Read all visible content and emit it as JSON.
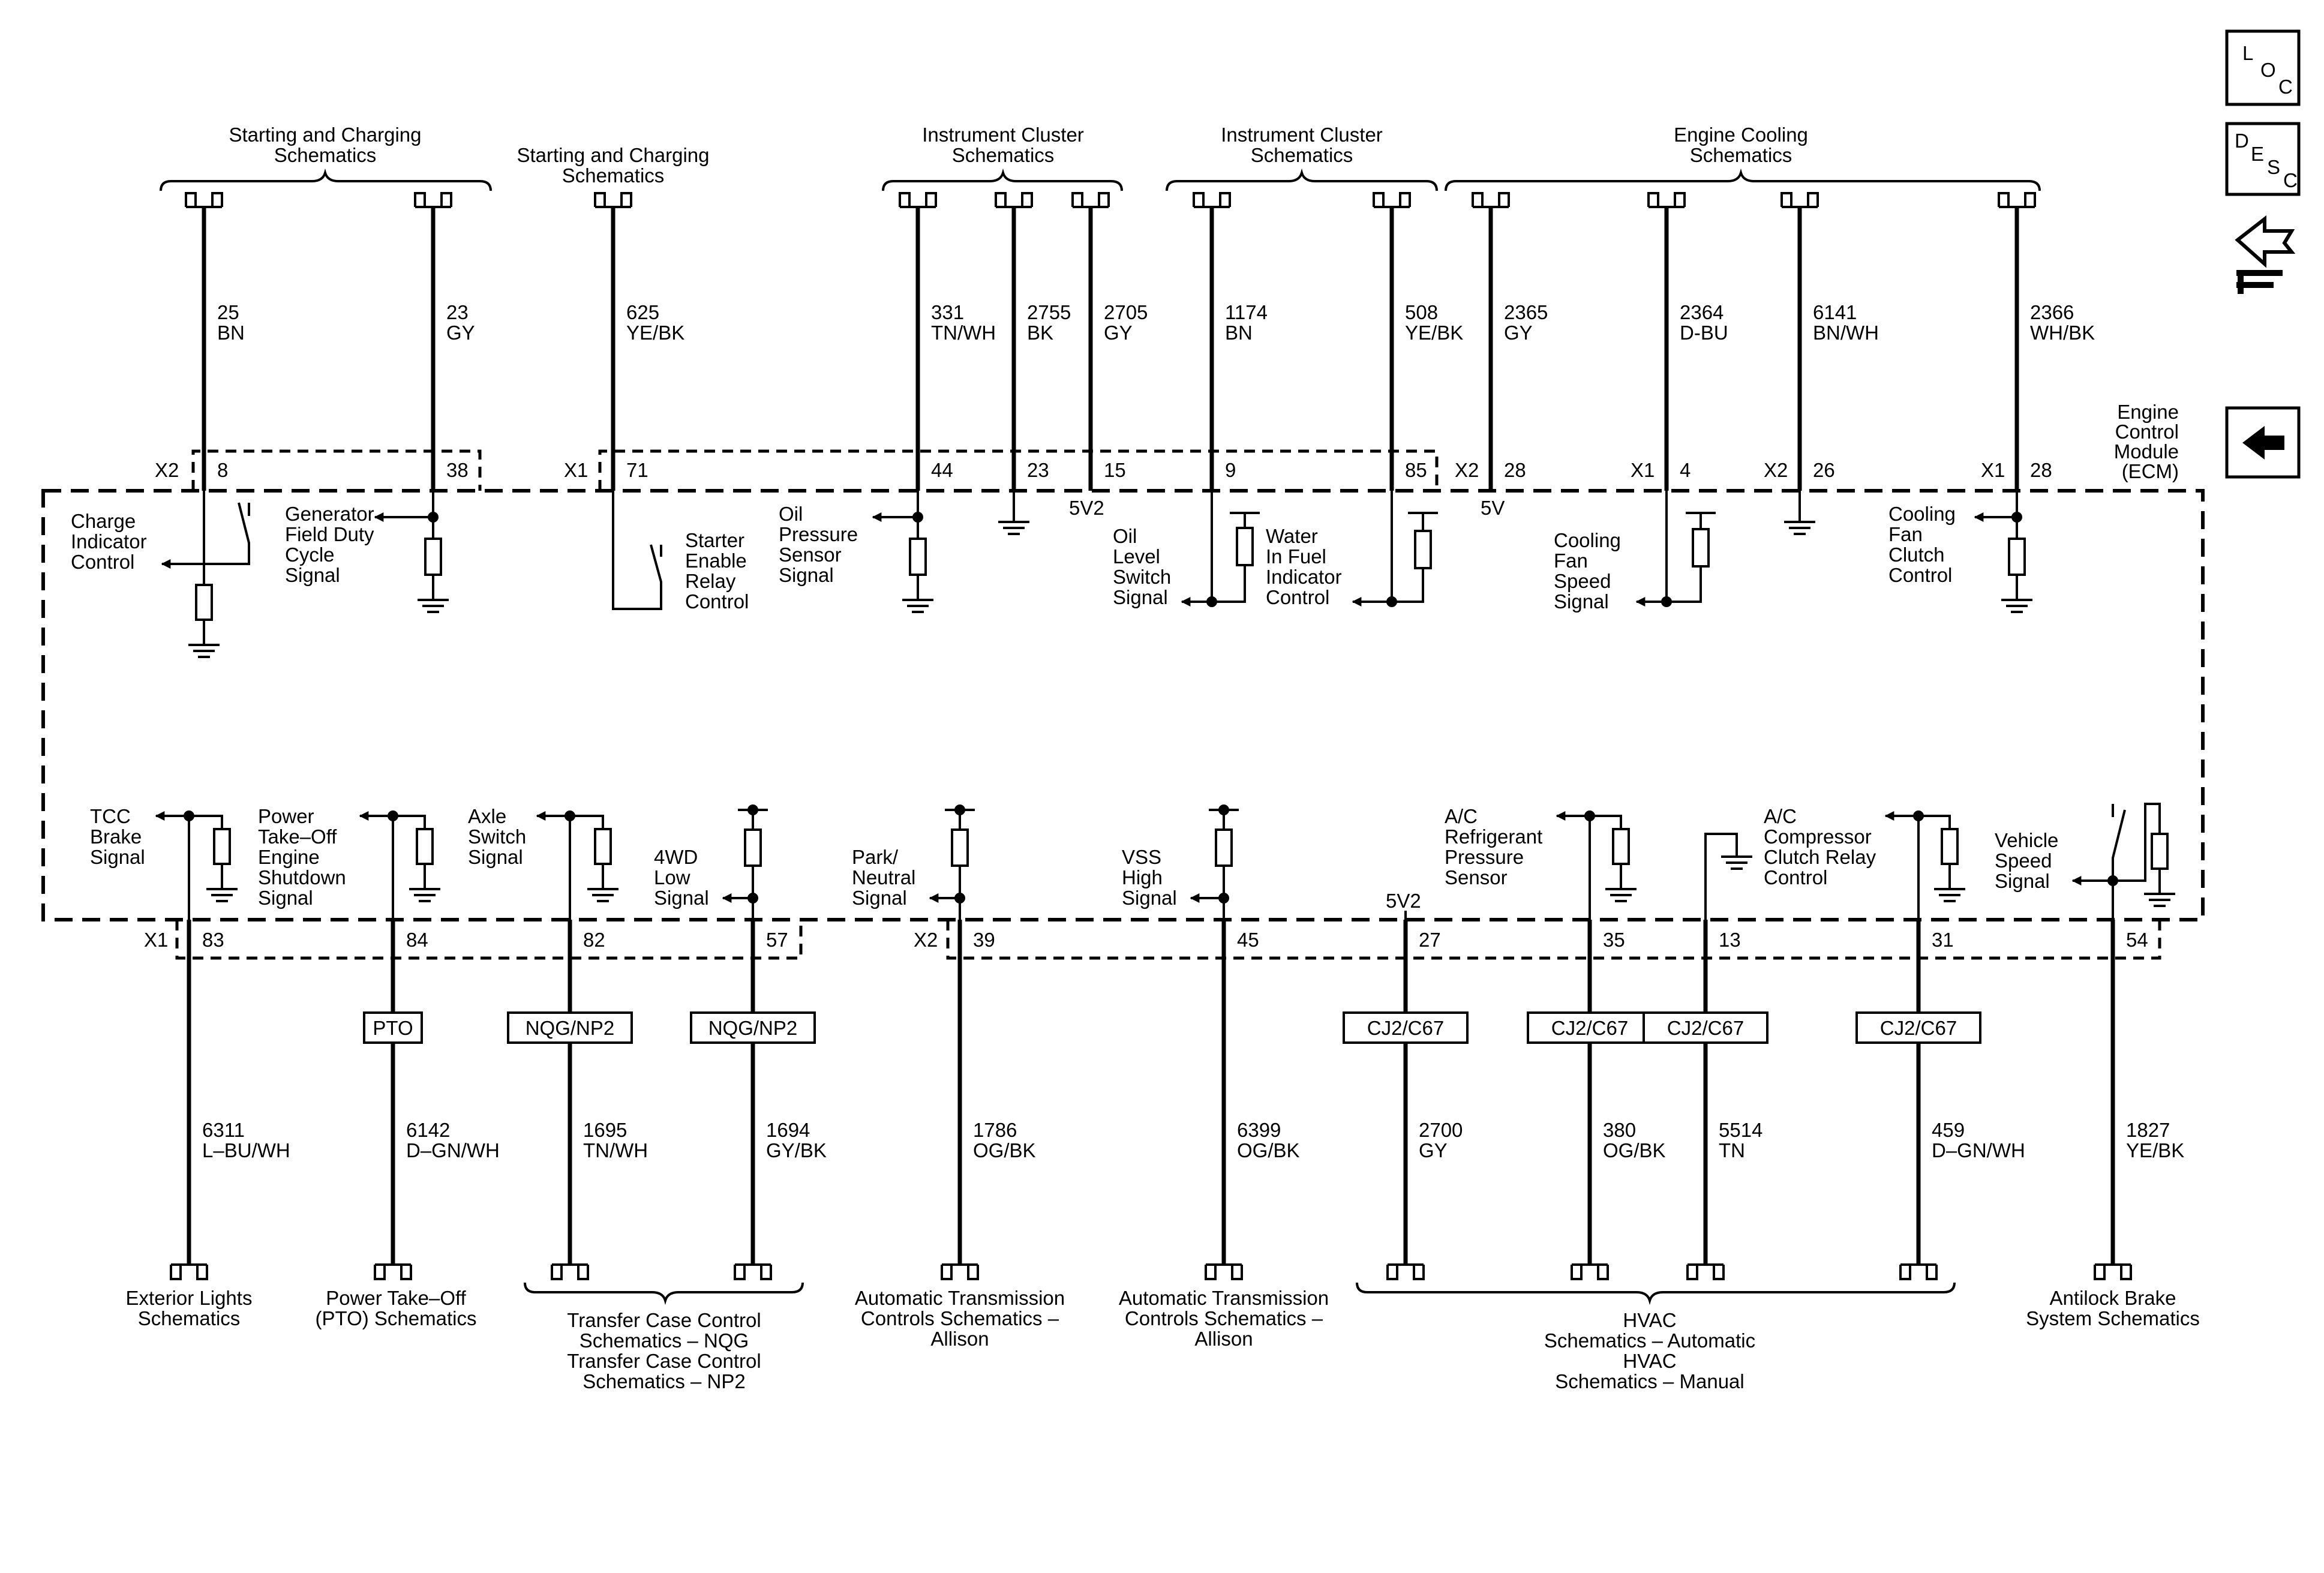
{
  "module": {
    "name": [
      "Engine",
      "Control",
      "Module",
      "(ECM)"
    ]
  },
  "nav": {
    "loc": [
      "L",
      "O",
      "C"
    ],
    "desc": [
      "D",
      "E",
      "S",
      "C"
    ]
  },
  "top_destinations": [
    {
      "id": "sc1",
      "lines": [
        "Starting and Charging",
        "Schematics"
      ]
    },
    {
      "id": "sc2",
      "lines": [
        "Starting and Charging",
        "Schematics"
      ]
    },
    {
      "id": "ic1",
      "lines": [
        "Instrument Cluster",
        "Schematics"
      ]
    },
    {
      "id": "ic2",
      "lines": [
        "Instrument Cluster",
        "Schematics"
      ]
    },
    {
      "id": "ec",
      "lines": [
        "Engine Cooling",
        "Schematics"
      ]
    }
  ],
  "top_wires": [
    {
      "circuit": "25",
      "color": "BN",
      "connector": "X2",
      "pin": "8"
    },
    {
      "circuit": "23",
      "color": "GY",
      "pin": "38"
    },
    {
      "circuit": "625",
      "color": "YE/BK",
      "connector": "X1",
      "pin": "71"
    },
    {
      "circuit": "331",
      "color": "TN/WH",
      "pin": "44"
    },
    {
      "circuit": "2755",
      "color": "BK",
      "pin": "23"
    },
    {
      "circuit": "2705",
      "color": "GY",
      "pin": "15"
    },
    {
      "circuit": "1174",
      "color": "BN",
      "pin": "9"
    },
    {
      "circuit": "508",
      "color": "YE/BK",
      "pin": "85"
    },
    {
      "circuit": "2365",
      "color": "GY",
      "connector": "X2",
      "pin": "28"
    },
    {
      "circuit": "2364",
      "color": "D-BU",
      "connector": "X1",
      "pin": "4"
    },
    {
      "circuit": "6141",
      "color": "BN/WH",
      "connector": "X2",
      "pin": "26"
    },
    {
      "circuit": "2366",
      "color": "WH/BK",
      "connector": "X1",
      "pin": "28"
    }
  ],
  "top_signals": [
    [
      "Charge",
      "Indicator",
      "Control"
    ],
    [
      "Generator",
      "Field Duty",
      "Cycle",
      "Signal"
    ],
    [
      "Starter",
      "Enable",
      "Relay",
      "Control"
    ],
    [
      "Oil",
      "Pressure",
      "Sensor",
      "Signal"
    ],
    [
      "Oil",
      "Level",
      "Switch",
      "Signal"
    ],
    [
      "Water",
      "In Fuel",
      "Indicator",
      "Control"
    ],
    [
      "Cooling",
      "Fan",
      "Speed",
      "Signal"
    ],
    [
      "Cooling",
      "Fan",
      "Clutch",
      "Control"
    ]
  ],
  "top_ref_labels": [
    "5V2",
    "5V"
  ],
  "bottom_signals": [
    [
      "TCC",
      "Brake",
      "Signal"
    ],
    [
      "Power",
      "Take–Off",
      "Engine",
      "Shutdown",
      "Signal"
    ],
    [
      "Axle",
      "Switch",
      "Signal"
    ],
    [
      "4WD",
      "Low",
      "Signal"
    ],
    [
      "Park/",
      "Neutral",
      "Signal"
    ],
    [
      "VSS",
      "High",
      "Signal"
    ],
    [
      "A/C",
      "Refrigerant",
      "Pressure",
      "Sensor"
    ],
    [
      "A/C",
      "Compressor",
      "Clutch Relay",
      "Control"
    ],
    [
      "Vehicle",
      "Speed",
      "Signal"
    ]
  ],
  "bottom_ref_label": "5V2",
  "bottom_wires": [
    {
      "circuit": "6311",
      "color": "L–BU/WH",
      "connector": "X1",
      "pin": "83"
    },
    {
      "circuit": "6142",
      "color": "D–GN/WH",
      "pin": "84",
      "option": "PTO"
    },
    {
      "circuit": "1695",
      "color": "TN/WH",
      "pin": "82",
      "option": "NQG/NP2"
    },
    {
      "circuit": "1694",
      "color": "GY/BK",
      "pin": "57",
      "option": "NQG/NP2"
    },
    {
      "circuit": "1786",
      "color": "OG/BK",
      "connector": "X2",
      "pin": "39"
    },
    {
      "circuit": "6399",
      "color": "OG/BK",
      "pin": "45"
    },
    {
      "circuit": "2700",
      "color": "GY",
      "pin": "27",
      "option": "CJ2/C67"
    },
    {
      "circuit": "380",
      "color": "OG/BK",
      "pin": "35",
      "option": "CJ2/C67"
    },
    {
      "circuit": "5514",
      "color": "TN",
      "pin": "13",
      "option": "CJ2/C67"
    },
    {
      "circuit": "459",
      "color": "D–GN/WH",
      "pin": "31",
      "option": "CJ2/C67"
    },
    {
      "circuit": "1827",
      "color": "YE/BK",
      "pin": "54"
    }
  ],
  "bottom_destinations": [
    {
      "id": "ext",
      "lines": [
        "Exterior Lights",
        "Schematics"
      ]
    },
    {
      "id": "pto",
      "lines": [
        "Power Take–Off",
        "(PTO) Schematics"
      ]
    },
    {
      "id": "tcc",
      "lines": [
        "Transfer Case Control",
        "Schematics – NQG",
        "Transfer Case Control",
        "Schematics – NP2"
      ]
    },
    {
      "id": "atc1",
      "lines": [
        "Automatic Transmission",
        "Controls Schematics –",
        "Allison"
      ]
    },
    {
      "id": "atc2",
      "lines": [
        "Automatic Transmission",
        "Controls Schematics –",
        "Allison"
      ]
    },
    {
      "id": "hvac",
      "lines": [
        "HVAC",
        "Schematics – Automatic",
        "HVAC",
        "Schematics – Manual"
      ]
    },
    {
      "id": "abs",
      "lines": [
        "Antilock Brake",
        "System Schematics"
      ]
    }
  ]
}
